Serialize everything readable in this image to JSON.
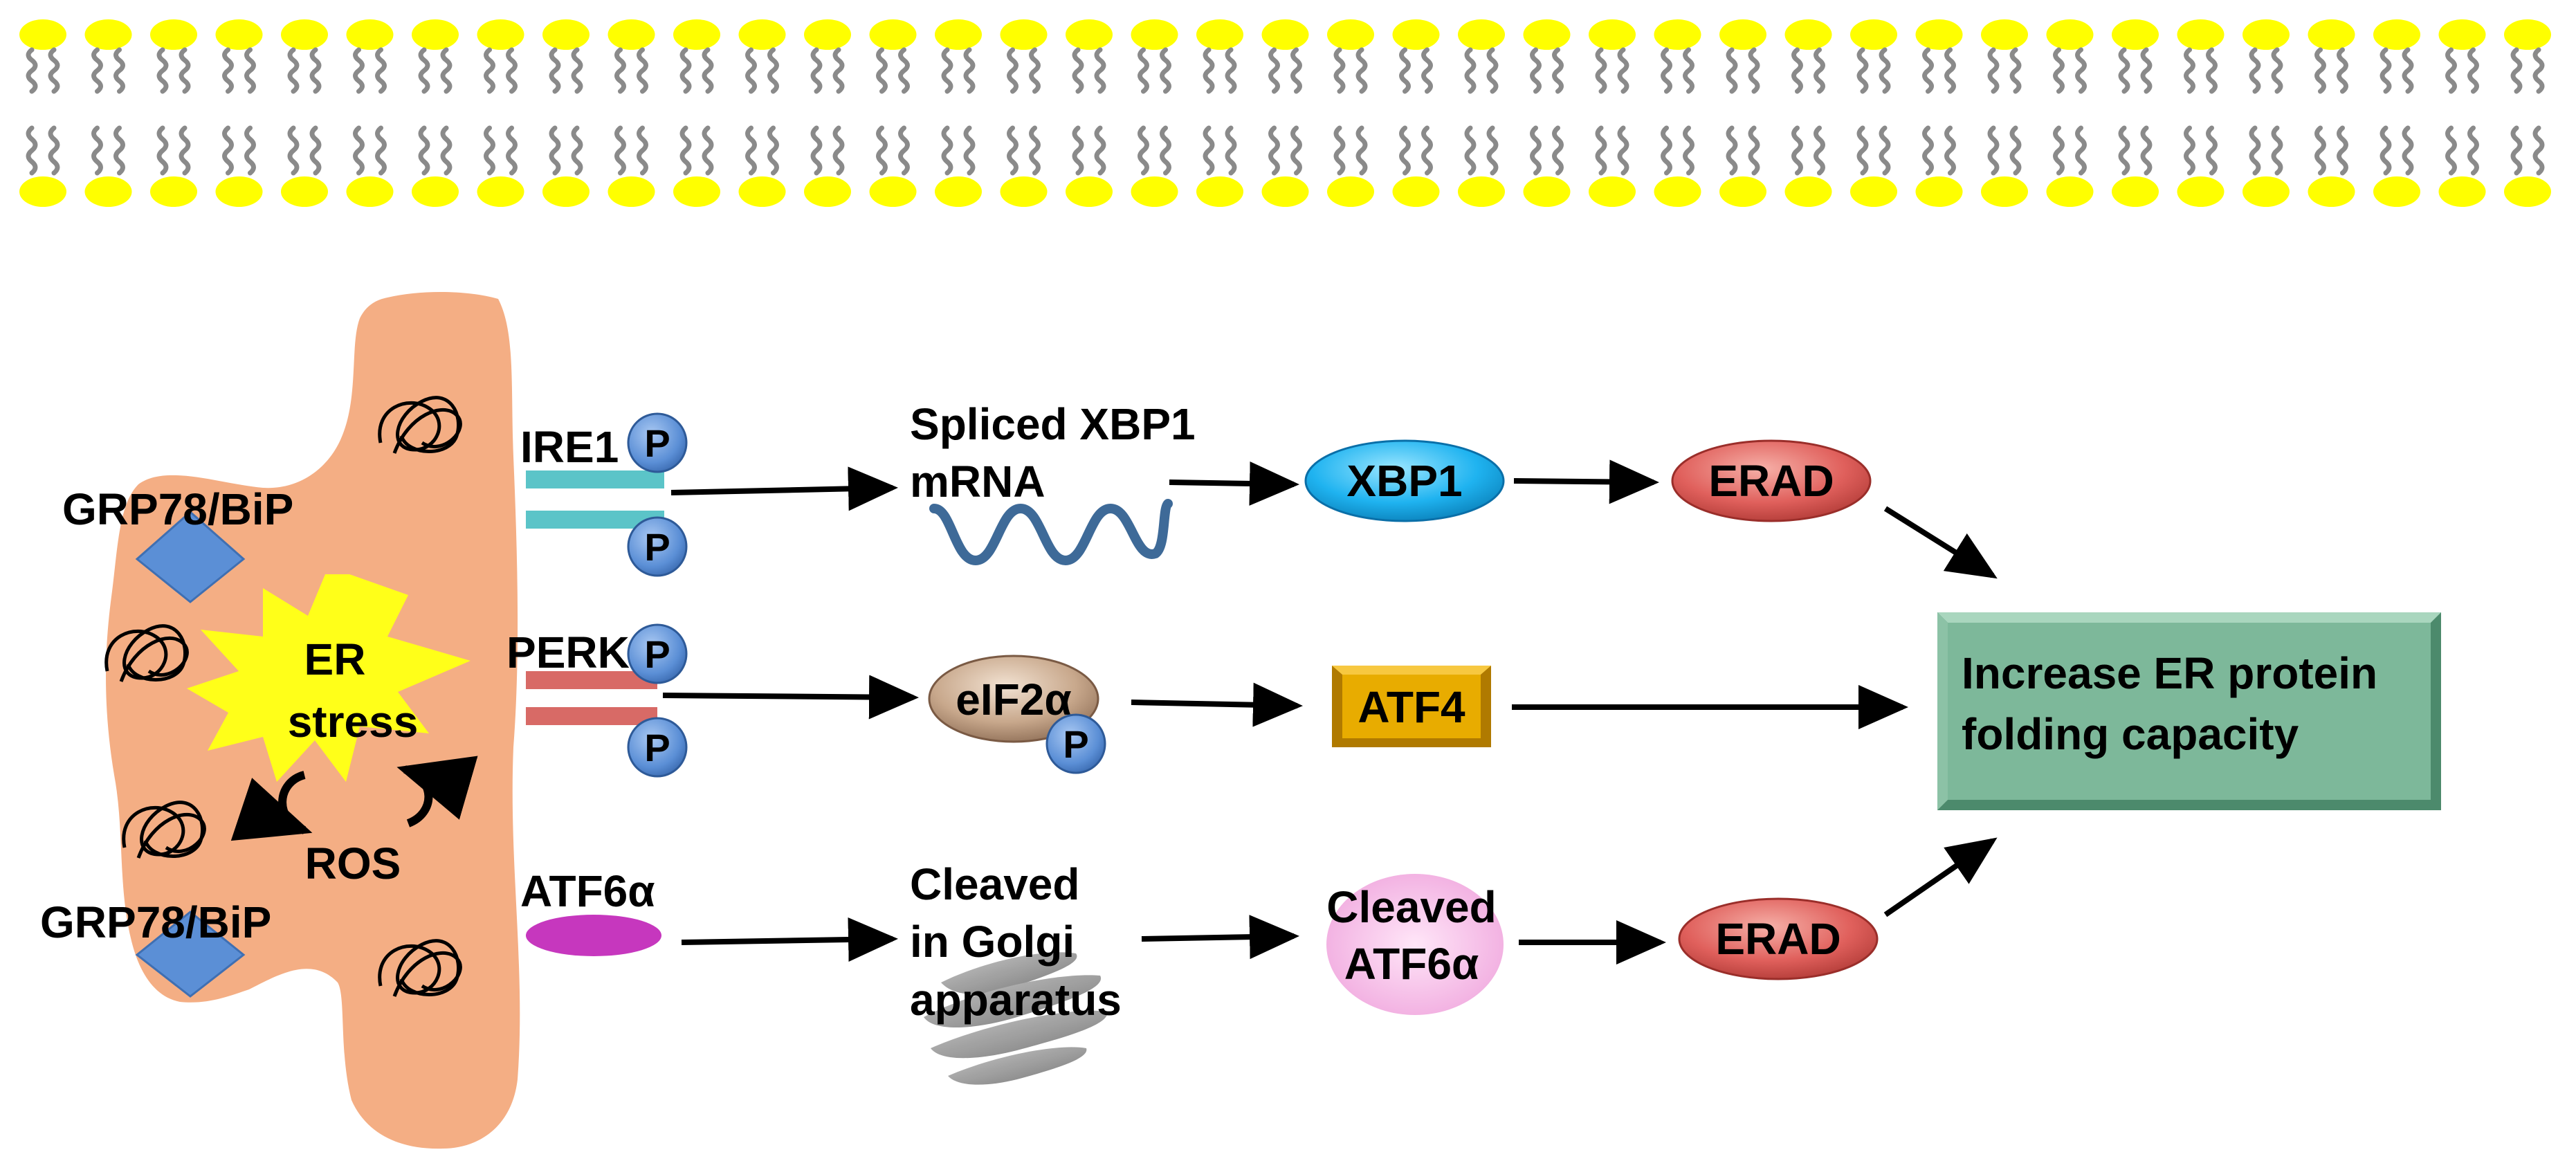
{
  "labels": {
    "er_stress_line1": "ER",
    "er_stress_line2": "stress",
    "ros": "ROS",
    "grp78_top": "GRP78/BiP",
    "grp78_bottom": "GRP78/BiP",
    "ire1": "IRE1",
    "perk": "PERK",
    "atf6a": "ATF6α",
    "phospho": "P",
    "spliced_line1": "Spliced XBP1",
    "spliced_line2": "mRNA",
    "xbp1": "XBP1",
    "erad_top": "ERAD",
    "eif2a": "eIF2α",
    "atf4": "ATF4",
    "cleaved_line1": "Cleaved",
    "cleaved_line2": "in Golgi",
    "cleaved_line3": "apparatus",
    "cleaved_atf6_line1": "Cleaved",
    "cleaved_atf6_line2": "ATF6α",
    "erad_bottom": "ERAD",
    "outcome_line1": "Increase ER protein",
    "outcome_line2": "folding capacity"
  },
  "colors": {
    "er_body": "#F4AE84",
    "lipid_head": "#FFFF00",
    "lipid_tail": "#8A8A8A",
    "stress_burst": "#FFFF19",
    "grp78": "#5B8FD6",
    "ire1_bar": "#5BC4C8",
    "perk_bar": "#D86A66",
    "atf6_ellipse": "#C637BE",
    "phospho": "#5B8FD6",
    "xbp1": "#1FB3F0",
    "erad": "#E0605C",
    "eif2a": "#C8A88C",
    "atf4": "#E2A800",
    "cleaved_atf6": "#F4B8E8",
    "outcome_box": "#7DB89A",
    "mrna_wave": "#3E6A98",
    "golgi": "#9A9A9A"
  }
}
